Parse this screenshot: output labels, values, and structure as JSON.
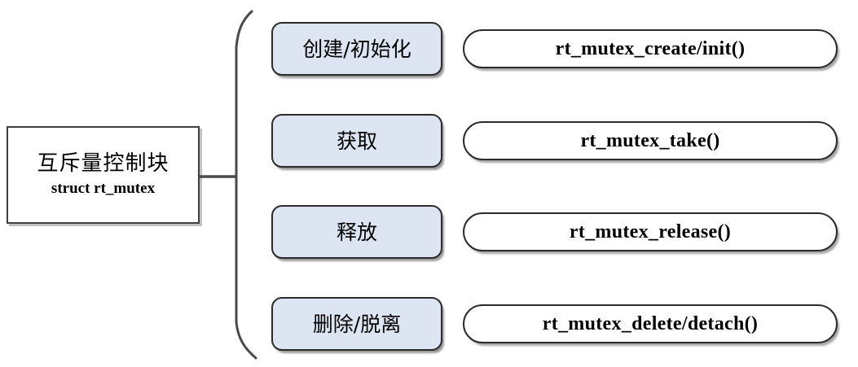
{
  "diagram": {
    "control_block": {
      "title": "互斥量控制块",
      "subtitle": "struct rt_mutex"
    },
    "rows": [
      {
        "operation": "创建/初始化",
        "api": "rt_mutex_create/init()"
      },
      {
        "operation": "获取",
        "api": "rt_mutex_take()"
      },
      {
        "operation": "释放",
        "api": "rt_mutex_release()"
      },
      {
        "operation": "删除/脱离",
        "api": "rt_mutex_delete/detach()"
      }
    ],
    "colors": {
      "operation_fill": "#dce5f1",
      "api_fill": "#ffffff",
      "border": "#2b2b2b",
      "box_border": "#3f3f3f",
      "shadow": "#8c8c8c",
      "background": "#ffffff",
      "text": "#000000"
    }
  }
}
